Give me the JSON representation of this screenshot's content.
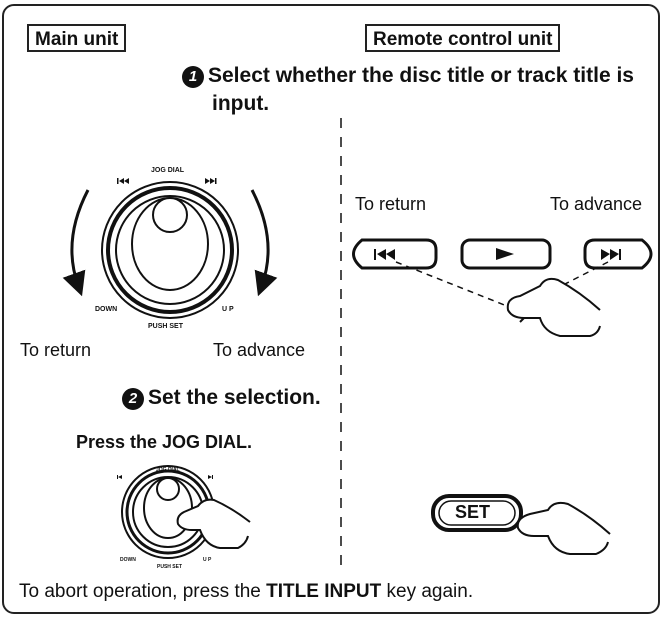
{
  "labels": {
    "main_unit": "Main unit",
    "remote_unit": "Remote control unit"
  },
  "step1": {
    "number": "1",
    "text_line1": "Select whether the disc title or track title is",
    "text_line2": "input."
  },
  "step2": {
    "number": "2",
    "text": "Set the selection."
  },
  "jog": {
    "jog_dial": "JOG DIAL",
    "down": "DOWN",
    "up": "U P",
    "push_set": "PUSH SET",
    "to_return": "To return",
    "to_advance": "To advance"
  },
  "remote": {
    "to_return": "To return",
    "to_advance": "To advance",
    "set_button": "SET"
  },
  "press_jog": "Press the JOG DIAL.",
  "footer": {
    "prefix": "To abort operation, press the ",
    "key": "TITLE INPUT",
    "suffix": " key again."
  },
  "icons": [
    "skip-back-icon",
    "play-icon",
    "skip-forward-icon",
    "pointing-hand-icon",
    "jog-dial-icon",
    "rotate-arrow-icon"
  ]
}
